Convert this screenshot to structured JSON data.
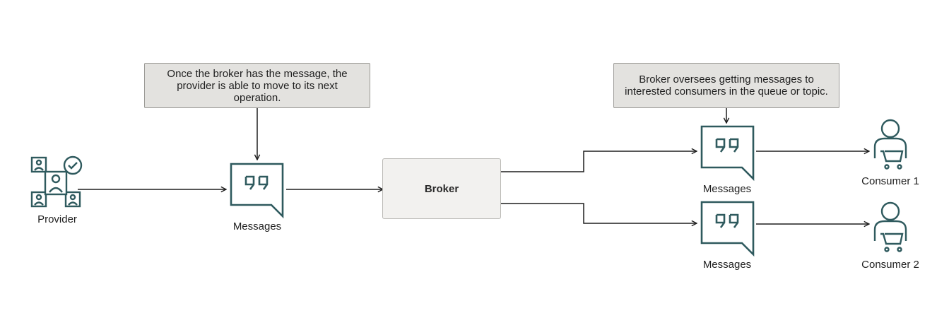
{
  "diagram": {
    "callouts": [
      {
        "id": "provider-note",
        "text": "Once the broker has the message, the provider is able to move to its next operation."
      },
      {
        "id": "broker-note",
        "text": "Broker oversees getting messages to interested consumers in the queue or topic."
      }
    ],
    "nodes": {
      "provider": {
        "label": "Provider",
        "icon": "provider-group-icon"
      },
      "messages_in": {
        "label": "Messages",
        "icon": "message-quote-icon"
      },
      "broker": {
        "label": "Broker"
      },
      "messages_out_1": {
        "label": "Messages",
        "icon": "message-quote-icon"
      },
      "messages_out_2": {
        "label": "Messages",
        "icon": "message-quote-icon"
      },
      "consumer_1": {
        "label": "Consumer 1",
        "icon": "consumer-cart-icon"
      },
      "consumer_2": {
        "label": "Consumer 2",
        "icon": "consumer-cart-icon"
      }
    },
    "colors": {
      "icon": "#2f5a5e",
      "line": "#1f1f1f",
      "callout_bg": "#e3e2df",
      "broker_bg": "#f2f1ef"
    }
  }
}
